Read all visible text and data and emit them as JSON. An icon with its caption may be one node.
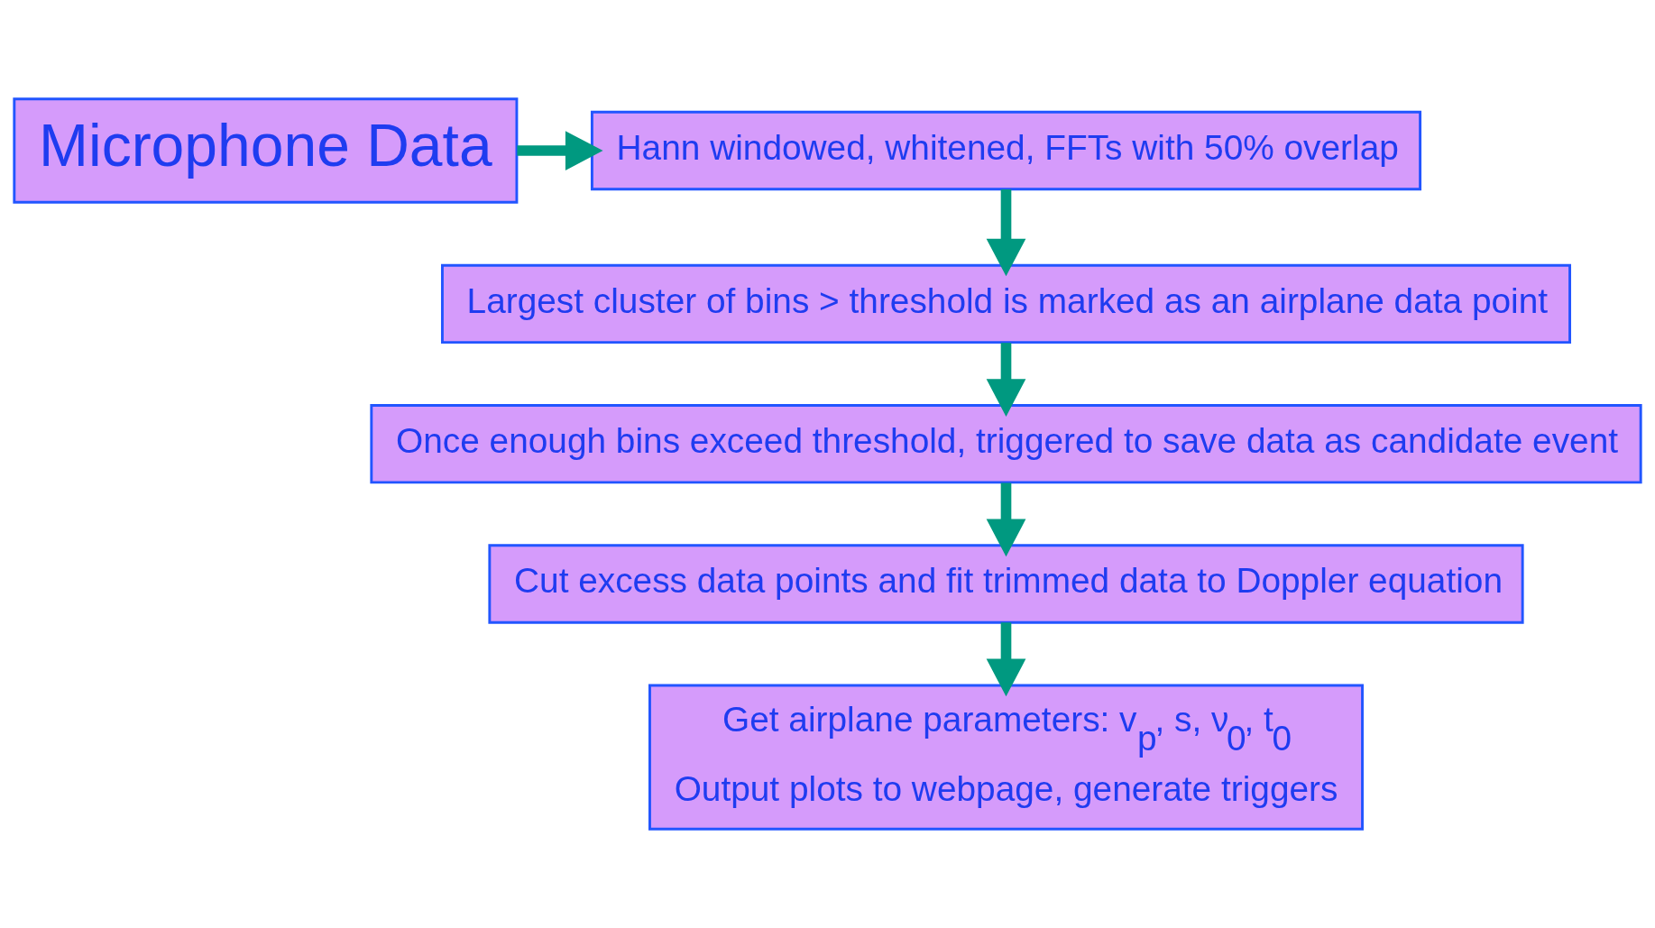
{
  "diagram": {
    "nodes": [
      {
        "text": [
          "Microphone Data"
        ]
      },
      {
        "text": [
          "Hann windowed, whitened, FFTs with 50% overlap"
        ]
      },
      {
        "text": [
          "Largest cluster of bins > threshold is marked as an airplane data point"
        ]
      },
      {
        "text": [
          "Once enough bins exceed threshold, triggered to save data as candidate event"
        ]
      },
      {
        "text": [
          "Cut excess data points and fit trimmed data to Doppler equation"
        ]
      },
      {
        "text": [
          "Get airplane parameters: v$_{p}$, s, ν$_{0}$, t$_{0}$",
          "Output plots to webpage, generate triggers"
        ]
      }
    ],
    "edges": [
      {
        "from": 0,
        "to": 1,
        "arrow": "to"
      },
      {
        "from": 1,
        "to": 2,
        "arrow": "to"
      },
      {
        "from": 2,
        "to": 3,
        "arrow": "to"
      },
      {
        "from": 3,
        "to": 4,
        "arrow": "to"
      },
      {
        "from": 4,
        "to": 5,
        "arrow": "to"
      }
    ]
  }
}
